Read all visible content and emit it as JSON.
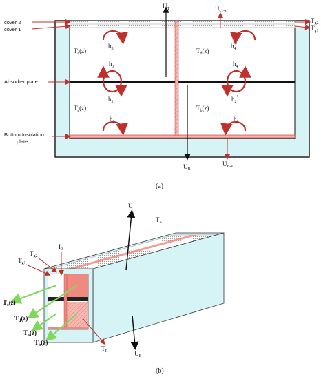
{
  "figure_a": {
    "labels": {
      "cover2": "cover 2",
      "cover1": "cover 1",
      "absorber": "Absorber plate",
      "bottom1": "Bottom Insulation",
      "bottom2": "plate",
      "ut": "U",
      "ut_sub": "T",
      "uc1s": "U",
      "uc1s_sub": "c1-s",
      "tg2": "T",
      "tg2_sub": "g2",
      "tg1": "T",
      "tg1_sub": "g1",
      "ub": "U",
      "ub_sub": "B",
      "ubs": "U",
      "ubs_sub": "B-s",
      "tc": "T",
      "tc_sub": "c",
      "tc_tail": "(z)",
      "td": "T",
      "td_sub": "d",
      "td_tail": "(z)",
      "ta": "T",
      "ta_sub": "a",
      "ta_tail": "(z)",
      "tb": "T",
      "tb_sub": "b",
      "tb_tail": "(z)",
      "h3p": "h",
      "h3p_sub": "3",
      "h3p_prime": "′",
      "h4p": "h",
      "h4p_sub": "4",
      "h4p_prime": "′",
      "h3": "h",
      "h3_sub": "3",
      "h4": "h",
      "h4_sub": "4",
      "h1p": "h",
      "h1p_sub": "1",
      "h1p_prime": "′",
      "h2p": "h",
      "h2p_sub": "2",
      "h2p_prime": "′",
      "h1": "h",
      "h1_sub": "1",
      "h2": "h",
      "h2_sub": "2"
    },
    "caption": "(a)"
  },
  "figure_b": {
    "labels": {
      "ut": "U",
      "ut_sub": "T",
      "ts": "T",
      "ts_sub": "S",
      "tg2": "T",
      "tg2_sub": "g2",
      "tg1": "T",
      "tg1_sub": "g1",
      "i0": "I",
      "i0_sub": "0",
      "tc": "T",
      "tc_sub": "c",
      "tc_tail": "(z)",
      "td": "T",
      "td_sub": "d",
      "td_tail": "(z)",
      "ta": "T",
      "ta_sub": "a",
      "ta_tail": "(z)",
      "tb": "T",
      "tb_sub": "b",
      "tb_tail": "(z)",
      "tr": "T",
      "tr_sub": "R",
      "ub": "U",
      "ub_sub": "B"
    },
    "caption": "(b)"
  },
  "colors": {
    "fluid": "#d6f3f6",
    "absorber": "#111111",
    "insulation": "#f3b5b0",
    "heat_arrow": "#c0302a",
    "green_arrow": "#7fd85a",
    "red_fill": "#f08a80"
  }
}
